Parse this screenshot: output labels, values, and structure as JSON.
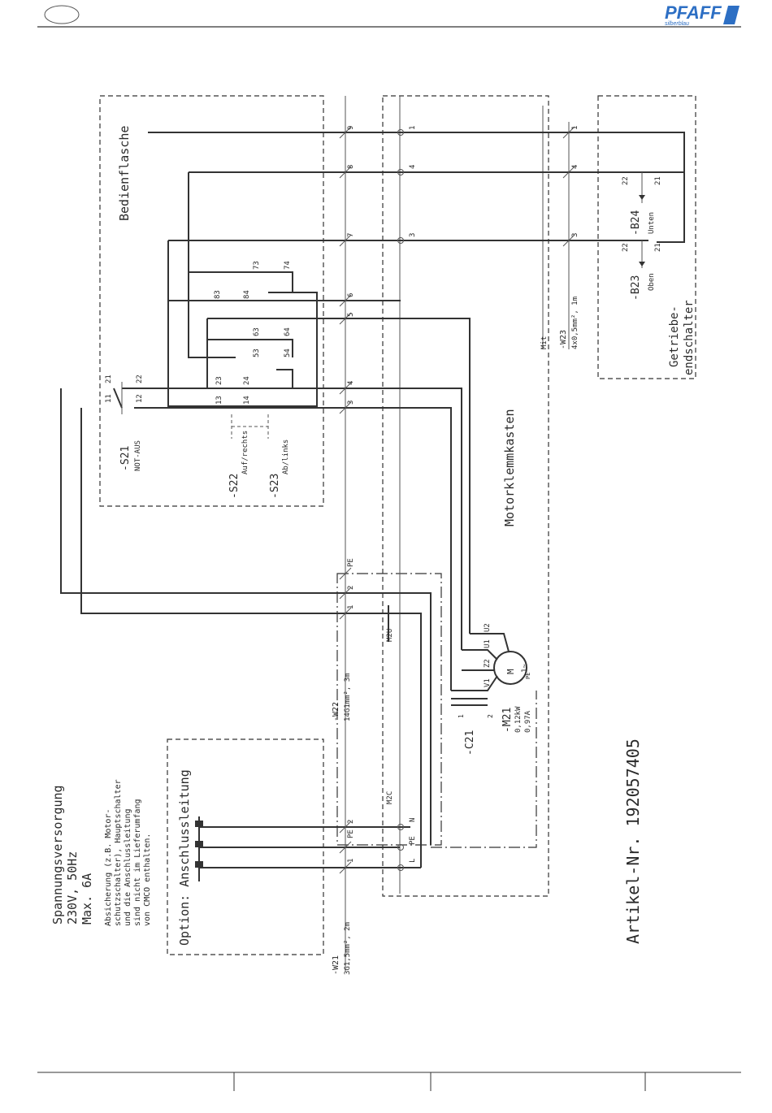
{
  "header": {
    "brand": "PFAFF",
    "brand_sub": "silberblau"
  },
  "article": "Artikel-Nr. 192057405",
  "boxes": {
    "control_panel": "Bedienflasche",
    "motor_box": "Motorklemmkasten",
    "limit_switch_line1": "Getriebe-",
    "limit_switch_line2": "endschalter",
    "option": "Option: Anschlussleitung"
  },
  "power": {
    "title": "Spannungsversorgung",
    "voltage": "230V, 50Hz",
    "max": "Max. 6A",
    "note": [
      "Absicherung (z.B. Motor-",
      "schutzschalter), Hauptschalter",
      "und die Anschlussleitung",
      "sind nicht im Lieferumfang",
      "von CMCO enthalten."
    ]
  },
  "components": {
    "s21": "-S21",
    "s21_desc": "NOT-AUS",
    "s22": "-S22",
    "s22_desc": "Auf/rechts",
    "s23": "-S23",
    "s23_desc": "Ab/links",
    "b23": "-B23",
    "b23_desc": "Oben",
    "b24": "-B24",
    "b24_desc": "Unten",
    "c21": "-C21",
    "m21": "-M21",
    "m21_power": "0,12kW",
    "m21_current": "0,97A",
    "motor_symbol": "M",
    "motor_phase": "1~"
  },
  "cables": {
    "w21": "-W21",
    "w21_spec": "3G1,5mm², 2m",
    "w22": "-W22",
    "w22_spec": "14G1mm², 3m",
    "w23": "-W23",
    "w23_spec": "4x0,5mm², 1m",
    "mit": "Mit"
  },
  "terminals": {
    "x20c": "M2C",
    "x20u": "M2U",
    "pe": "PE",
    "l": "L",
    "n": "N",
    "u1": "U1",
    "u2": "U2",
    "v1": "V1",
    "z2": "Z2"
  },
  "wire_numbers": [
    "1",
    "2",
    "3",
    "4",
    "5",
    "6",
    "7",
    "8",
    "9"
  ],
  "contact_numbers": [
    "11",
    "12",
    "21",
    "22",
    "13",
    "14",
    "23",
    "24",
    "53",
    "54",
    "63",
    "64",
    "73",
    "74",
    "83",
    "84"
  ],
  "terminal_numbers": [
    "1",
    "3",
    "4"
  ],
  "w23_numbers": [
    "1",
    "3",
    "4"
  ],
  "b_contacts": [
    "21",
    "22"
  ],
  "cap_pins": [
    "1",
    "2"
  ]
}
